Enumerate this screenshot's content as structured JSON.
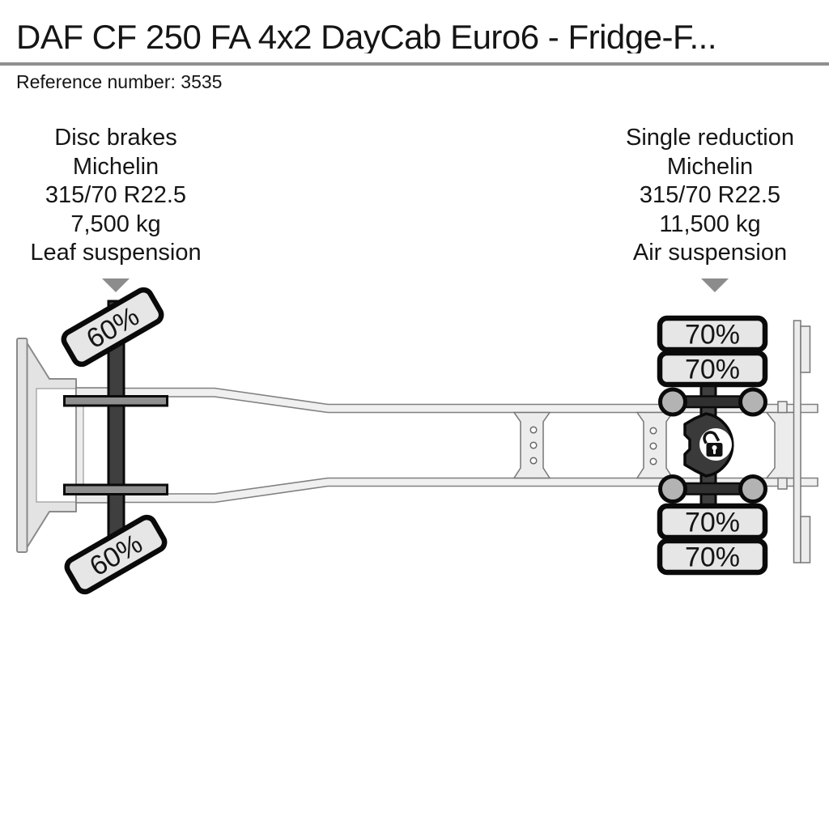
{
  "header": {
    "title": "DAF CF 250 FA 4x2 DayCab Euro6 - Fridge-F...",
    "reference_label": "Reference number:",
    "reference_value": "3535"
  },
  "front_axle": {
    "specs": [
      "Disc brakes",
      "Michelin",
      "315/70 R22.5",
      "7,500 kg",
      "Leaf suspension"
    ],
    "tires": [
      "60%",
      "60%"
    ]
  },
  "rear_axle": {
    "specs": [
      "Single reduction",
      "Michelin",
      "315/70 R22.5",
      "11,500 kg",
      "Air suspension"
    ],
    "tires": [
      "70%",
      "70%",
      "70%",
      "70%"
    ]
  },
  "diagram": {
    "type": "truck-chassis-top-view",
    "diff_lock_icon": "padlock-unlocked"
  },
  "colors": {
    "text": "#151515",
    "divider": "#909090",
    "frame_fill": "#f0f0f0",
    "frame_outline": "#808080",
    "dark_parts": "#3f3f3f",
    "spring_fill": "#8f8f8f",
    "tire_fill": "#e6e6e6",
    "tire_outline": "#0a0a0a",
    "bellow_fill": "#b3b3b3",
    "pointer": "#8c8c8c",
    "lock_body": "#111111",
    "lock_background": "#ffffff"
  }
}
